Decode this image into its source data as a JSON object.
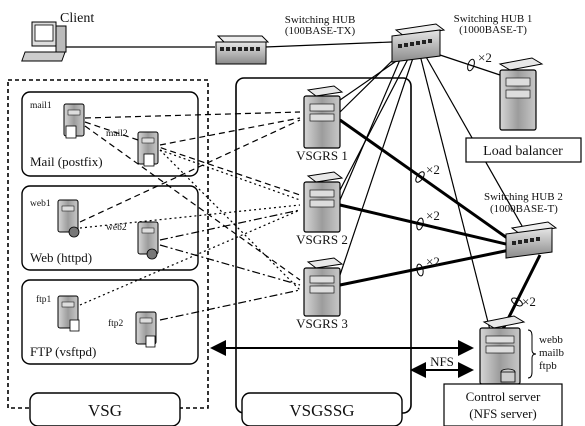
{
  "client": {
    "label": "Client"
  },
  "hub_tx": {
    "line1": "Switching HUB",
    "line2": "(100BASE-TX)"
  },
  "hub1": {
    "line1": "Switching HUB 1",
    "line2": "(1000BASE-T)"
  },
  "hub2": {
    "line1": "Switching HUB 2",
    "line2": "(1000BASE-T)"
  },
  "load_balancer": {
    "label": "Load balancer"
  },
  "control_server": {
    "line1": "Control server",
    "line2": "(NFS server)",
    "files": [
      "webb",
      "mailb",
      "ftpb"
    ]
  },
  "nfs": {
    "label": "NFS"
  },
  "multiplier": "×2",
  "vsg": {
    "label": "VSG",
    "groups": [
      {
        "label": "Mail (postfix)",
        "servers": [
          "mail1",
          "mail2"
        ]
      },
      {
        "label": "Web (httpd)",
        "servers": [
          "web1",
          "web2"
        ]
      },
      {
        "label": "FTP (vsftpd)",
        "servers": [
          "ftp1",
          "ftp2"
        ]
      }
    ]
  },
  "vsgssg": {
    "label": "VSGSSG"
  },
  "vsgrs": [
    "VSGRS 1",
    "VSGRS 2",
    "VSGRS 3"
  ]
}
